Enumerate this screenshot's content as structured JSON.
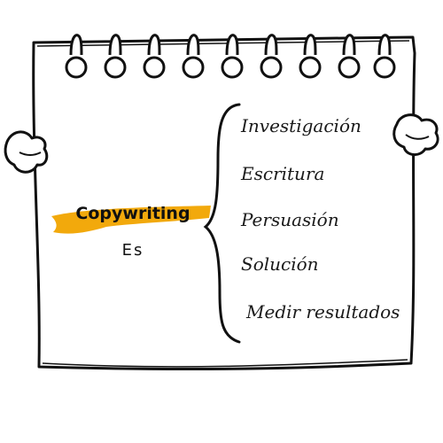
{
  "concept": {
    "title": "Copywriting",
    "verb": "Es"
  },
  "items": [
    {
      "label": "Investigación"
    },
    {
      "label": "Escritura"
    },
    {
      "label": "Persuasión"
    },
    {
      "label": "Solución"
    },
    {
      "label": "Medir resultados"
    }
  ],
  "colors": {
    "highlight": "#f2a90c",
    "ink": "#111111",
    "paper": "#ffffff"
  }
}
